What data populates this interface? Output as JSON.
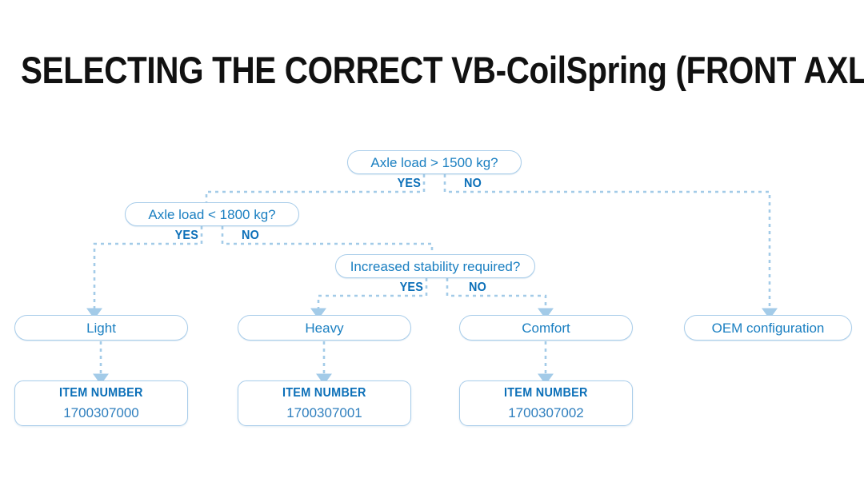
{
  "page": {
    "title": "SELECTING THE CORRECT VB-CoilSpring (FRONT AXLE)",
    "background": "#ffffff",
    "accent_line": "#a9cdea",
    "accent_text": "#1a7fc1",
    "accent_bold": "#0b6fb8"
  },
  "flow": {
    "decisions": [
      {
        "id": "d1",
        "question": "Axle load > 1500 kg?",
        "yes_label": "YES",
        "no_label": "NO"
      },
      {
        "id": "d2",
        "question": "Axle load < 1800 kg?",
        "yes_label": "YES",
        "no_label": "NO"
      },
      {
        "id": "d3",
        "question": "Increased stability required?",
        "yes_label": "YES",
        "no_label": "NO"
      }
    ],
    "results": [
      {
        "id": "r1",
        "label": "Light"
      },
      {
        "id": "r2",
        "label": "Heavy"
      },
      {
        "id": "r3",
        "label": "Comfort"
      },
      {
        "id": "r4",
        "label": "OEM configuration"
      }
    ],
    "items": [
      {
        "id": "i1",
        "caption": "ITEM NUMBER",
        "number": "1700307000"
      },
      {
        "id": "i2",
        "caption": "ITEM NUMBER",
        "number": "1700307001"
      },
      {
        "id": "i3",
        "caption": "ITEM NUMBER",
        "number": "1700307002"
      }
    ]
  }
}
